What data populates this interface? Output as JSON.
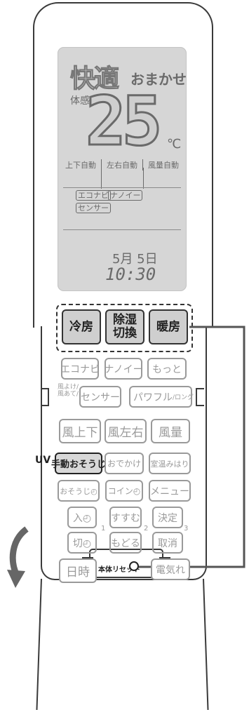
{
  "lcd": {
    "mode": "快適",
    "omakase": "おまかせ",
    "taikan": "体感",
    "temperature": "25",
    "unit": "℃",
    "direction": [
      "上下自動",
      "左右自動",
      "風量自動"
    ],
    "sensors": [
      "エコナビ",
      "ナノイー",
      "センサー"
    ],
    "date": "5月 5日",
    "time": "10:30"
  },
  "mode_buttons": [
    "冷房",
    "除湿\n切換",
    "暖房"
  ],
  "buttons": {
    "econavi": "エコナビ",
    "nanoe": "ナノイー",
    "motto": "もっと",
    "fuyoke": "風よけ/\n風あて/",
    "sensor": "センサー",
    "powerful": "パワフル",
    "long": "/ロング",
    "fu_jouge": "風上下",
    "fu_sayu": "風左右",
    "furyo": "風量",
    "uv": "UV",
    "manual_clean": "手動おそうじ",
    "dekake": "おでかけ",
    "shitsuon": "室温みはり",
    "osouji_timer": "おそうじ◴",
    "coin_timer": "コイン◴",
    "menu": "メニュー",
    "iri": "入◴",
    "susumu": "すすむ",
    "kettei": "決定",
    "kiri": "切◴",
    "modoru": "もどる",
    "torikeshi": "取消",
    "nichiji": "日時",
    "denkiryo": "電気れ",
    "reset": "本体リセット",
    "step_numbers": [
      "1",
      "2",
      "3"
    ]
  }
}
